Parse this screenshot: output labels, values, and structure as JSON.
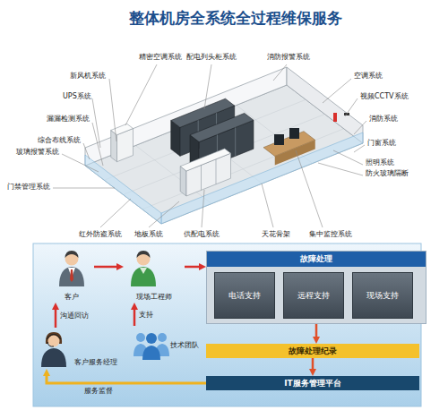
{
  "diagram": {
    "title": "整体机房全系统全过程维保服务",
    "nodes": [
      {
        "text": [
          "客户"
        ]
      },
      {
        "text": [
          "现场工程师"
        ]
      },
      {
        "text": [
          "技术团队"
        ]
      },
      {
        "text": [
          "客户服务经理"
        ]
      },
      {
        "text": [
          "故障处理"
        ]
      },
      {
        "text": [
          "电话支持"
        ],
        "in": 4
      },
      {
        "text": [
          "远程支持"
        ],
        "in": 4
      },
      {
        "text": [
          "现场支持"
        ],
        "in": 4
      },
      {
        "text": [
          "故障处理纪录"
        ]
      },
      {
        "text": [
          "IT服务管理平台"
        ]
      }
    ],
    "edges": [
      {
        "from": 0,
        "to": 1,
        "arrow": "to"
      },
      {
        "from": 1,
        "to": 4,
        "arrow": "to"
      },
      {
        "from": 2,
        "to": 1,
        "label": "支持",
        "arrow": "to"
      },
      {
        "from": 3,
        "to": 0,
        "label": "沟通回访",
        "arrow": "to"
      },
      {
        "from": 4,
        "to": 8,
        "arrow": "to"
      },
      {
        "from": 8,
        "to": 9,
        "arrow": "to"
      },
      {
        "from": 9,
        "to": 3,
        "label": "服务监督",
        "arrow": "to"
      }
    ],
    "labels": [
      "精密空调系统",
      "配电列头柜系统",
      "消防报警系统",
      "新风机系统",
      "空调系统",
      "UPS系统",
      "视频CCTV系统",
      "漏漏检测系统",
      "消防系统",
      "综合布线系统",
      "门窗系统",
      "玻璃报警系统",
      "照明系统",
      "防火玻璃隔断",
      "门禁管理系统",
      "红外防盗系统",
      "地板系统",
      "供配电系统",
      "天花骨架",
      "集中监控系统"
    ]
  }
}
